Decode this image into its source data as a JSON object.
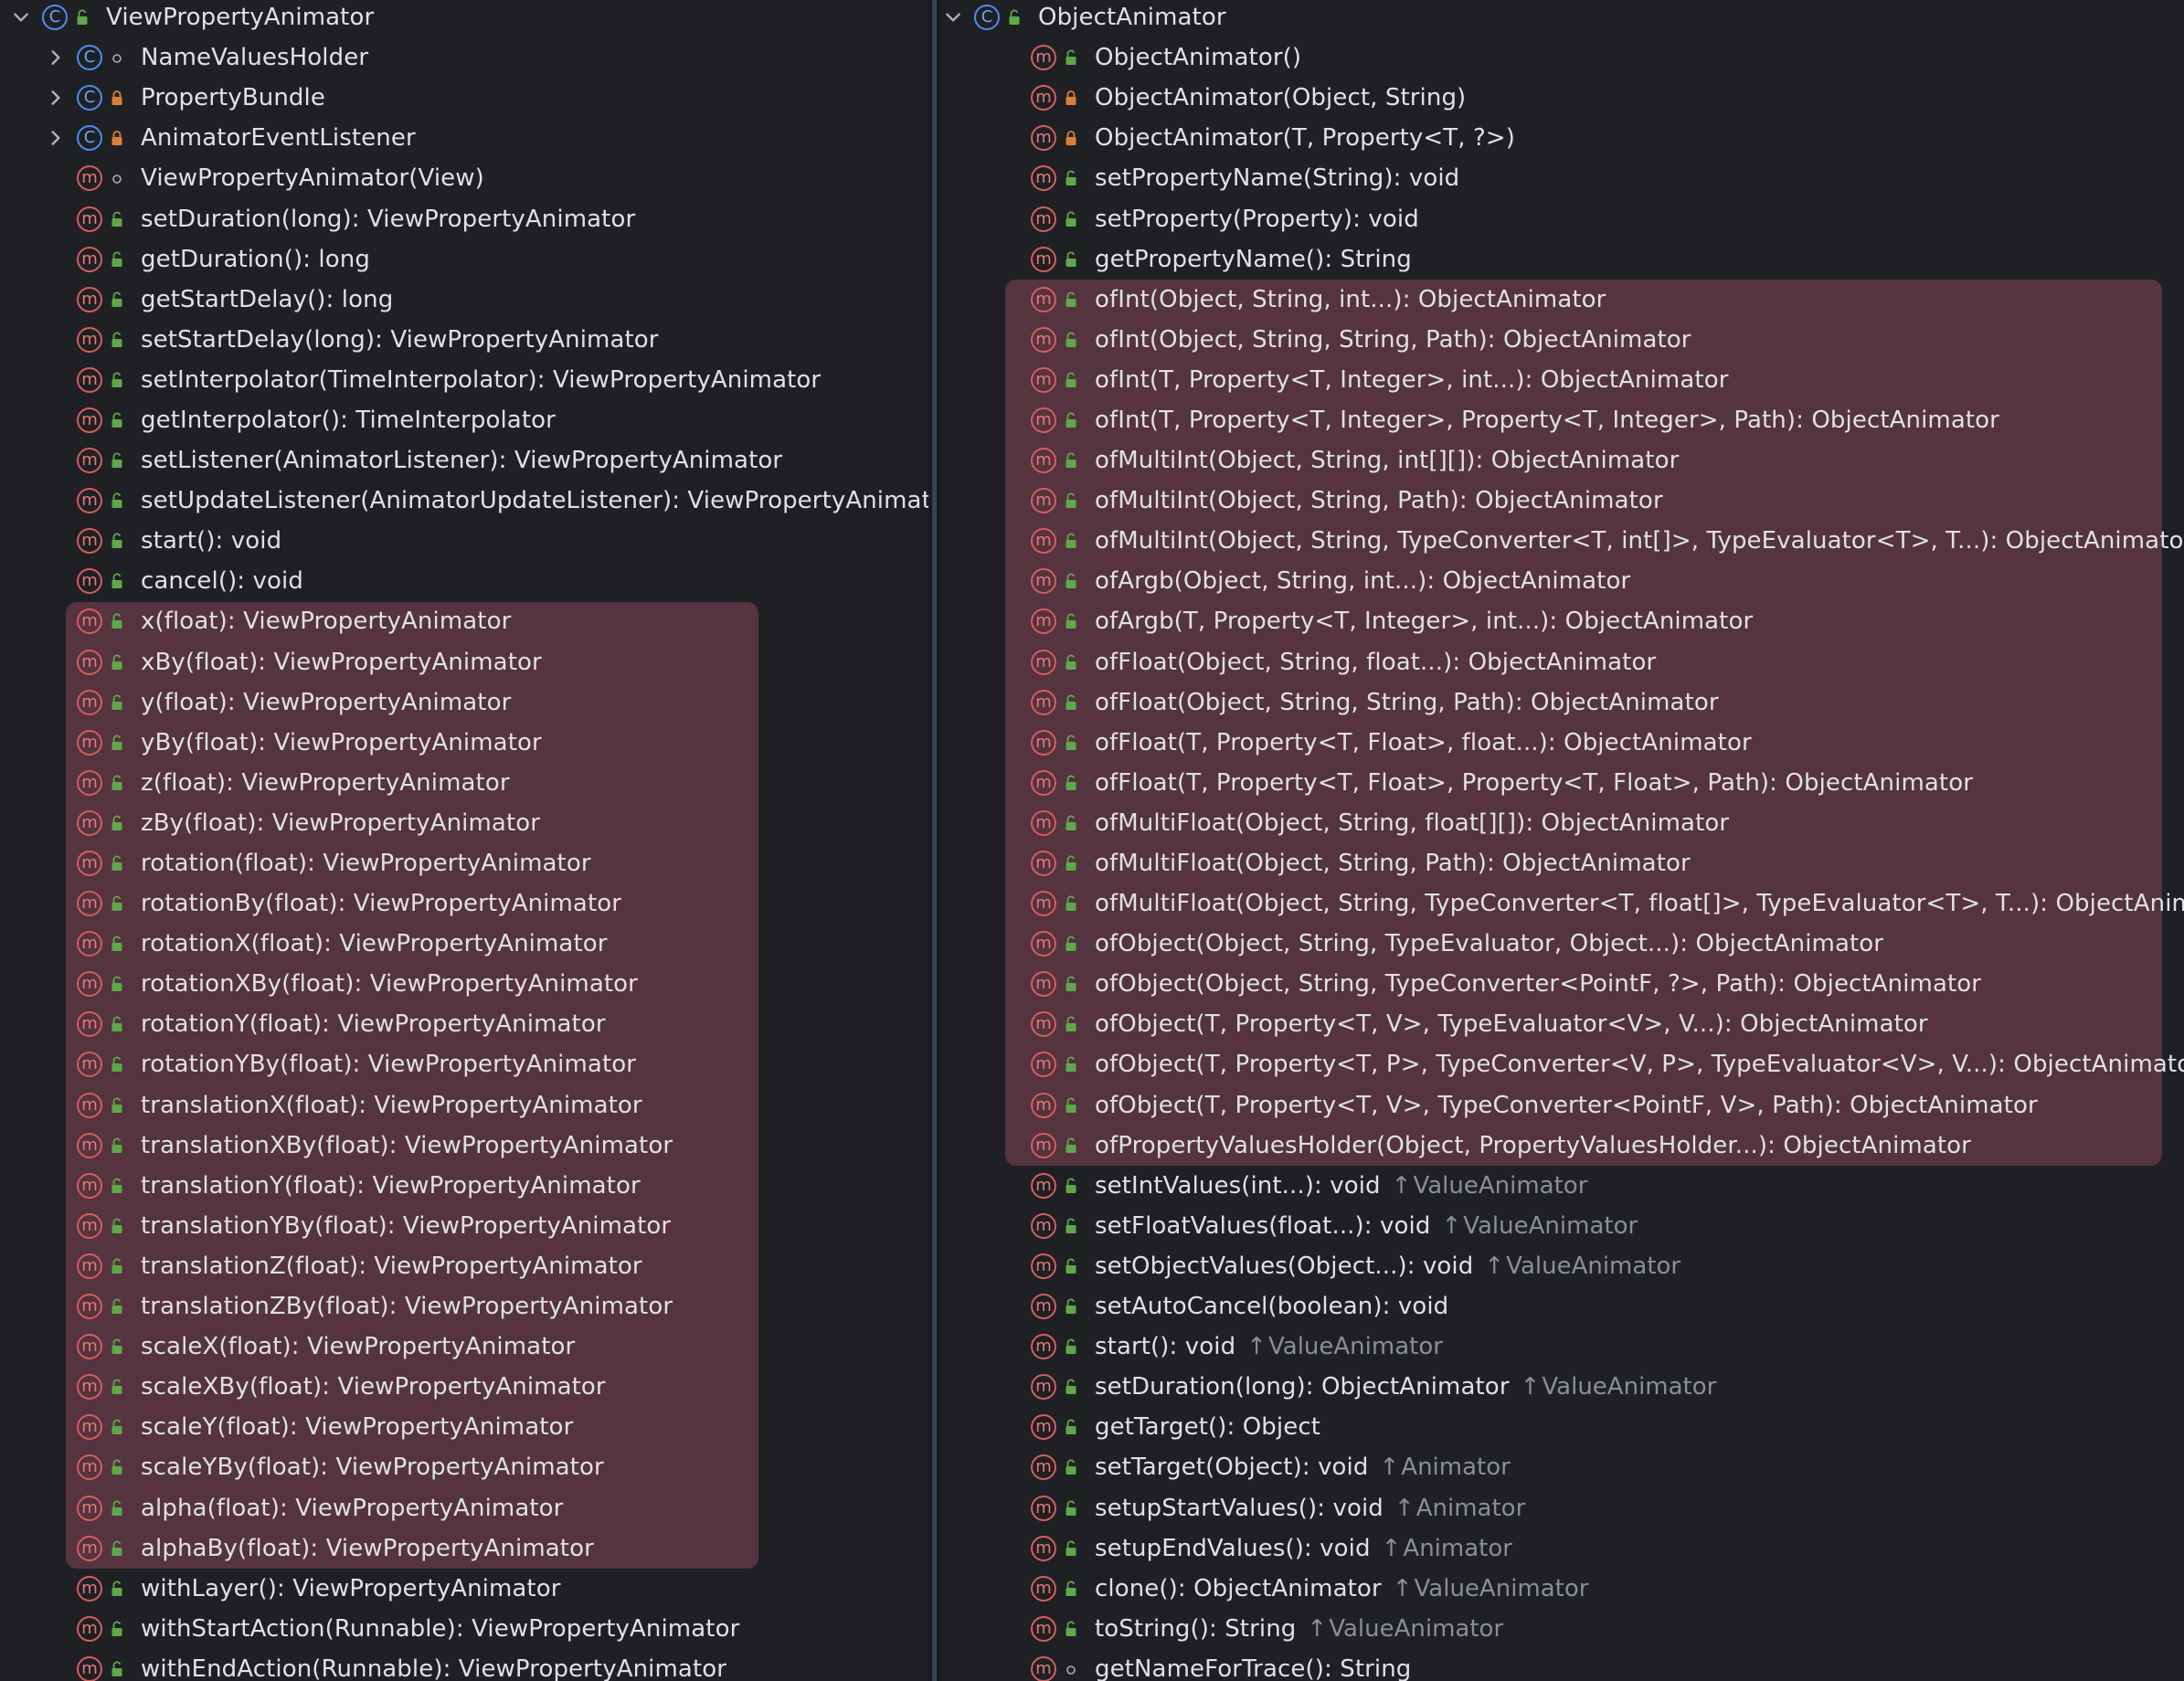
{
  "left": {
    "root": {
      "name": "ViewPropertyAnimator",
      "kind": "C",
      "vis": "public",
      "expanded": true
    },
    "items": [
      {
        "kind": "C",
        "vis": "package",
        "name": "NameValuesHolder",
        "chevron": true
      },
      {
        "kind": "C",
        "vis": "private",
        "name": "PropertyBundle",
        "chevron": true
      },
      {
        "kind": "C",
        "vis": "private",
        "name": "AnimatorEventListener",
        "chevron": true
      },
      {
        "kind": "m",
        "vis": "package",
        "name": "ViewPropertyAnimator(View)"
      },
      {
        "kind": "m",
        "vis": "public",
        "name": "setDuration(long): ViewPropertyAnimator"
      },
      {
        "kind": "m",
        "vis": "public",
        "name": "getDuration(): long"
      },
      {
        "kind": "m",
        "vis": "public",
        "name": "getStartDelay(): long"
      },
      {
        "kind": "m",
        "vis": "public",
        "name": "setStartDelay(long): ViewPropertyAnimator"
      },
      {
        "kind": "m",
        "vis": "public",
        "name": "setInterpolator(TimeInterpolator): ViewPropertyAnimator"
      },
      {
        "kind": "m",
        "vis": "public",
        "name": "getInterpolator(): TimeInterpolator"
      },
      {
        "kind": "m",
        "vis": "public",
        "name": "setListener(AnimatorListener): ViewPropertyAnimator"
      },
      {
        "kind": "m",
        "vis": "public",
        "name": "setUpdateListener(AnimatorUpdateListener): ViewPropertyAnimator"
      },
      {
        "kind": "m",
        "vis": "public",
        "name": "start(): void"
      },
      {
        "kind": "m",
        "vis": "public",
        "name": "cancel(): void"
      },
      {
        "kind": "m",
        "vis": "public",
        "name": "x(float): ViewPropertyAnimator"
      },
      {
        "kind": "m",
        "vis": "public",
        "name": "xBy(float): ViewPropertyAnimator"
      },
      {
        "kind": "m",
        "vis": "public",
        "name": "y(float): ViewPropertyAnimator"
      },
      {
        "kind": "m",
        "vis": "public",
        "name": "yBy(float): ViewPropertyAnimator"
      },
      {
        "kind": "m",
        "vis": "public",
        "name": "z(float): ViewPropertyAnimator"
      },
      {
        "kind": "m",
        "vis": "public",
        "name": "zBy(float): ViewPropertyAnimator"
      },
      {
        "kind": "m",
        "vis": "public",
        "name": "rotation(float): ViewPropertyAnimator"
      },
      {
        "kind": "m",
        "vis": "public",
        "name": "rotationBy(float): ViewPropertyAnimator"
      },
      {
        "kind": "m",
        "vis": "public",
        "name": "rotationX(float): ViewPropertyAnimator"
      },
      {
        "kind": "m",
        "vis": "public",
        "name": "rotationXBy(float): ViewPropertyAnimator"
      },
      {
        "kind": "m",
        "vis": "public",
        "name": "rotationY(float): ViewPropertyAnimator"
      },
      {
        "kind": "m",
        "vis": "public",
        "name": "rotationYBy(float): ViewPropertyAnimator"
      },
      {
        "kind": "m",
        "vis": "public",
        "name": "translationX(float): ViewPropertyAnimator"
      },
      {
        "kind": "m",
        "vis": "public",
        "name": "translationXBy(float): ViewPropertyAnimator"
      },
      {
        "kind": "m",
        "vis": "public",
        "name": "translationY(float): ViewPropertyAnimator"
      },
      {
        "kind": "m",
        "vis": "public",
        "name": "translationYBy(float): ViewPropertyAnimator"
      },
      {
        "kind": "m",
        "vis": "public",
        "name": "translationZ(float): ViewPropertyAnimator"
      },
      {
        "kind": "m",
        "vis": "public",
        "name": "translationZBy(float): ViewPropertyAnimator"
      },
      {
        "kind": "m",
        "vis": "public",
        "name": "scaleX(float): ViewPropertyAnimator"
      },
      {
        "kind": "m",
        "vis": "public",
        "name": "scaleXBy(float): ViewPropertyAnimator"
      },
      {
        "kind": "m",
        "vis": "public",
        "name": "scaleY(float): ViewPropertyAnimator"
      },
      {
        "kind": "m",
        "vis": "public",
        "name": "scaleYBy(float): ViewPropertyAnimator"
      },
      {
        "kind": "m",
        "vis": "public",
        "name": "alpha(float): ViewPropertyAnimator"
      },
      {
        "kind": "m",
        "vis": "public",
        "name": "alphaBy(float): ViewPropertyAnimator"
      },
      {
        "kind": "m",
        "vis": "public",
        "name": "withLayer(): ViewPropertyAnimator"
      },
      {
        "kind": "m",
        "vis": "public",
        "name": "withStartAction(Runnable): ViewPropertyAnimator"
      },
      {
        "kind": "m",
        "vis": "public",
        "name": "withEndAction(Runnable): ViewPropertyAnimator"
      }
    ],
    "highlight_range": [
      14,
      37
    ]
  },
  "right": {
    "root": {
      "name": "ObjectAnimator",
      "kind": "C",
      "vis": "public",
      "expanded": true
    },
    "items": [
      {
        "kind": "m",
        "vis": "public",
        "name": "ObjectAnimator()"
      },
      {
        "kind": "m",
        "vis": "private",
        "name": "ObjectAnimator(Object, String)"
      },
      {
        "kind": "m",
        "vis": "private",
        "name": "ObjectAnimator(T, Property<T, ?>)"
      },
      {
        "kind": "m",
        "vis": "public",
        "name": "setPropertyName(String): void"
      },
      {
        "kind": "m",
        "vis": "public",
        "name": "setProperty(Property): void"
      },
      {
        "kind": "m",
        "vis": "public",
        "name": "getPropertyName(): String"
      },
      {
        "kind": "m",
        "vis": "public",
        "name": "ofInt(Object, String, int...): ObjectAnimator"
      },
      {
        "kind": "m",
        "vis": "public",
        "name": "ofInt(Object, String, String, Path): ObjectAnimator"
      },
      {
        "kind": "m",
        "vis": "public",
        "name": "ofInt(T, Property<T, Integer>, int...): ObjectAnimator"
      },
      {
        "kind": "m",
        "vis": "public",
        "name": "ofInt(T, Property<T, Integer>, Property<T, Integer>, Path): ObjectAnimator"
      },
      {
        "kind": "m",
        "vis": "public",
        "name": "ofMultiInt(Object, String, int[][]): ObjectAnimator"
      },
      {
        "kind": "m",
        "vis": "public",
        "name": "ofMultiInt(Object, String, Path): ObjectAnimator"
      },
      {
        "kind": "m",
        "vis": "public",
        "name": "ofMultiInt(Object, String, TypeConverter<T, int[]>, TypeEvaluator<T>, T...): ObjectAnimator"
      },
      {
        "kind": "m",
        "vis": "public",
        "name": "ofArgb(Object, String, int...): ObjectAnimator"
      },
      {
        "kind": "m",
        "vis": "public",
        "name": "ofArgb(T, Property<T, Integer>, int...): ObjectAnimator"
      },
      {
        "kind": "m",
        "vis": "public",
        "name": "ofFloat(Object, String, float...): ObjectAnimator"
      },
      {
        "kind": "m",
        "vis": "public",
        "name": "ofFloat(Object, String, String, Path): ObjectAnimator"
      },
      {
        "kind": "m",
        "vis": "public",
        "name": "ofFloat(T, Property<T, Float>, float...): ObjectAnimator"
      },
      {
        "kind": "m",
        "vis": "public",
        "name": "ofFloat(T, Property<T, Float>, Property<T, Float>, Path): ObjectAnimator"
      },
      {
        "kind": "m",
        "vis": "public",
        "name": "ofMultiFloat(Object, String, float[][]): ObjectAnimator"
      },
      {
        "kind": "m",
        "vis": "public",
        "name": "ofMultiFloat(Object, String, Path): ObjectAnimator"
      },
      {
        "kind": "m",
        "vis": "public",
        "name": "ofMultiFloat(Object, String, TypeConverter<T, float[]>, TypeEvaluator<T>, T...): ObjectAnimator"
      },
      {
        "kind": "m",
        "vis": "public",
        "name": "ofObject(Object, String, TypeEvaluator, Object...): ObjectAnimator"
      },
      {
        "kind": "m",
        "vis": "public",
        "name": "ofObject(Object, String, TypeConverter<PointF, ?>, Path): ObjectAnimator"
      },
      {
        "kind": "m",
        "vis": "public",
        "name": "ofObject(T, Property<T, V>, TypeEvaluator<V>, V...): ObjectAnimator"
      },
      {
        "kind": "m",
        "vis": "public",
        "name": "ofObject(T, Property<T, P>, TypeConverter<V, P>, TypeEvaluator<V>, V...): ObjectAnimator"
      },
      {
        "kind": "m",
        "vis": "public",
        "name": "ofObject(T, Property<T, V>, TypeConverter<PointF, V>, Path): ObjectAnimator"
      },
      {
        "kind": "m",
        "vis": "public",
        "name": "ofPropertyValuesHolder(Object, PropertyValuesHolder...): ObjectAnimator"
      },
      {
        "kind": "m",
        "vis": "public",
        "name": "setIntValues(int...): void",
        "inherited": "ValueAnimator"
      },
      {
        "kind": "m",
        "vis": "public",
        "name": "setFloatValues(float...): void",
        "inherited": "ValueAnimator"
      },
      {
        "kind": "m",
        "vis": "public",
        "name": "setObjectValues(Object...): void",
        "inherited": "ValueAnimator"
      },
      {
        "kind": "m",
        "vis": "public",
        "name": "setAutoCancel(boolean): void"
      },
      {
        "kind": "m",
        "vis": "public",
        "name": "start(): void",
        "inherited": "ValueAnimator"
      },
      {
        "kind": "m",
        "vis": "public",
        "name": "setDuration(long): ObjectAnimator",
        "inherited": "ValueAnimator"
      },
      {
        "kind": "m",
        "vis": "public",
        "name": "getTarget(): Object"
      },
      {
        "kind": "m",
        "vis": "public",
        "name": "setTarget(Object): void",
        "inherited": "Animator"
      },
      {
        "kind": "m",
        "vis": "public",
        "name": "setupStartValues(): void",
        "inherited": "Animator"
      },
      {
        "kind": "m",
        "vis": "public",
        "name": "setupEndValues(): void",
        "inherited": "Animator"
      },
      {
        "kind": "m",
        "vis": "public",
        "name": "clone(): ObjectAnimator",
        "inherited": "ValueAnimator"
      },
      {
        "kind": "m",
        "vis": "public",
        "name": "toString(): String",
        "inherited": "ValueAnimator"
      },
      {
        "kind": "m",
        "vis": "package",
        "name": "getNameForTrace(): String"
      }
    ],
    "highlight_range": [
      6,
      27
    ]
  },
  "colors": {
    "background": "#1f2023",
    "highlight": "#55333f",
    "method_icon": "#d45e5e",
    "class_icon": "#4f8bf0",
    "public_lock": "#5fa84a",
    "private_lock": "#d9803a",
    "text": "#dfe1e5",
    "inherited_text": "#8a8e95"
  },
  "icons": {
    "expanded": "chevron-down-icon",
    "collapsed": "chevron-right-icon",
    "method": "method-icon",
    "class": "class-icon",
    "public": "public-lock-icon",
    "private": "private-lock-icon",
    "package": "package-dot-icon"
  }
}
